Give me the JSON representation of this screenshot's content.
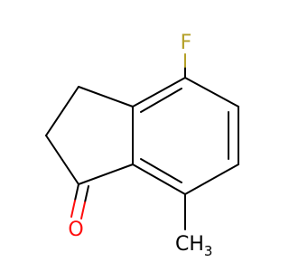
{
  "molecule": {
    "atoms": {
      "fluorine": {
        "symbol": "F",
        "color": "#b4a028"
      },
      "oxygen": {
        "symbol": "O",
        "color": "#ff0d0d"
      },
      "methyl": {
        "symbol": "CH",
        "subscript": "3",
        "color": "#000000"
      }
    },
    "bond_color": "#000000"
  }
}
